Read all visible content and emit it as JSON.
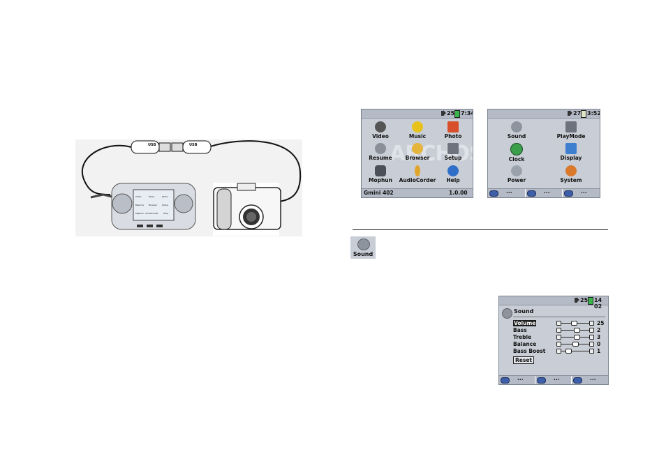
{
  "usb_scene": {
    "cable_labels": [
      "USB",
      "USB"
    ],
    "device_screen": {
      "items": [
        "Video",
        "Music",
        "Photo",
        "Resume",
        "Browser",
        "Setup",
        "Mophun",
        "AudioCorder",
        "Help"
      ]
    }
  },
  "main_menu": {
    "volume": "25",
    "time": "7:34",
    "watermark": "ARCHOS",
    "items": [
      "Video",
      "Music",
      "Photo",
      "Resume",
      "Browser",
      "Setup",
      "Mophun",
      "AudioCorder",
      "Help"
    ],
    "footer_model": "Gmini 402",
    "footer_version": "1.0.00"
  },
  "setup_menu": {
    "volume": "27",
    "time": "3:52",
    "items": [
      "Sound",
      "PlayMode",
      "Clock",
      "Display",
      "Power",
      "System"
    ],
    "softkeys": [
      "...",
      "...",
      "..."
    ]
  },
  "sound_icon_caption": "Sound",
  "sound_screen": {
    "volume": "25",
    "time": "14 02",
    "title": "Sound",
    "settings": [
      {
        "label": "Volume",
        "value": "25",
        "level": 0.43
      },
      {
        "label": "Bass",
        "value": "2",
        "level": 0.55
      },
      {
        "label": "Treble",
        "value": "3",
        "level": 0.58
      },
      {
        "label": "Balance",
        "value": "0",
        "level": 0.5
      },
      {
        "label": "Bass Boost",
        "value": "1",
        "level": 0.18
      }
    ],
    "reset_label": "Reset",
    "softkeys": [
      "...",
      "...",
      "..."
    ]
  },
  "colors": {
    "screen_bg": "#c9ced6",
    "bar_bg": "#b4bbc6",
    "key_blue": "#3d5fa8",
    "battery_green": "#3bb54a"
  }
}
